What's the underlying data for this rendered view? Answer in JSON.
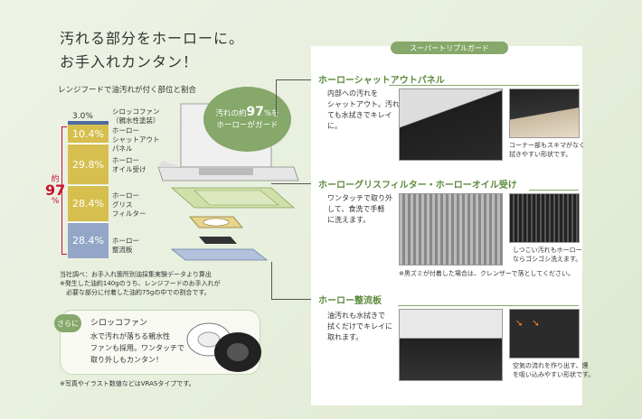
{
  "headline": {
    "line1": "汚れる部分をホーローに。",
    "line2": "お手入れカンタン！"
  },
  "chart_title": "レンジフードで油汚れが付く部位と割合",
  "chart_data": {
    "type": "bar",
    "categories": [
      "ホーロー整流板",
      "ホーローグリスフィルター",
      "ホーローオイル受け",
      "ホーローシャットアウトパネル",
      "シロッコファン(親水性塗装)"
    ],
    "values": [
      28.4,
      28.4,
      29.8,
      10.4,
      3.0
    ],
    "labels": [
      "28.4%",
      "28.4%",
      "29.8%",
      "10.4%",
      "3.0%"
    ],
    "title": "レンジフードで油汚れが付く部位と割合"
  },
  "segments": {
    "sirocco": "シロッコファン\n（親水性塗装）",
    "shutout": "ホーロー\nシャットアウト\nパネル",
    "oil": "ホーロー\nオイル受け",
    "grease": "ホーロー\nグリス\nフィルター",
    "seiryu": "ホーロー\n整流板"
  },
  "approx": {
    "pre": "約",
    "num": "97",
    "unit": "%"
  },
  "bubble": {
    "line1_a": "汚れの約",
    "num": "97",
    "unit": "%を",
    "line2": "ホーローがガード"
  },
  "notes": {
    "l1": "当社調べ：お手入れ箇所別油採集実験データより算出",
    "l2": "※発生した油約140gのうち、レンジフードのお手入れが",
    "l3": "　必要な部分に付着した油約75gの中での割合です。"
  },
  "fan": {
    "tag": "さらに",
    "title": "シロッコファン",
    "d1": "水で汚れが落ちる親水性",
    "d2": "ファンも採用。ワンタッチで",
    "d3": "取り外しもカンタン！"
  },
  "footnote": "※写真やイラスト数値などはVRASタイプです。",
  "panel_tag": "スーパートリプルガード",
  "sec1": {
    "title": "ホーローシャットアウトパネル",
    "b1": "内部への汚れを",
    "b2": "シャットアウト。汚れ",
    "b3": "ても水拭きでキレイ",
    "b4": "に。",
    "cap1": "コーナー部もスキマがなく",
    "cap2": "拭きやすい形状です。"
  },
  "sec2": {
    "title": "ホーローグリスフィルター・ホーローオイル受け",
    "b1": "ワンタッチで取り外",
    "b2": "して、食洗で手軽",
    "b3": "に洗えます。",
    "cap1": "しつこい汚れもホーロー",
    "cap2": "ならゴシゴシ洗えます。",
    "note": "※黒ズミが付着した場合は、クレンザーで落としてください。"
  },
  "sec3": {
    "title": "ホーロー整流板",
    "b1": "油汚れも水拭きで",
    "b2": "拭くだけでキレイに",
    "b3": "取れます。",
    "cap1": "空気の流れを作り出す、煙",
    "cap2": "を吸い込みやすい形状です。"
  },
  "colors": {
    "accent": "#86a86a",
    "bar_blue": "#93a6c8",
    "bar_yellow": "#d6bf4e",
    "bar_top": "#4d6b9e",
    "red": "#c8102e"
  }
}
